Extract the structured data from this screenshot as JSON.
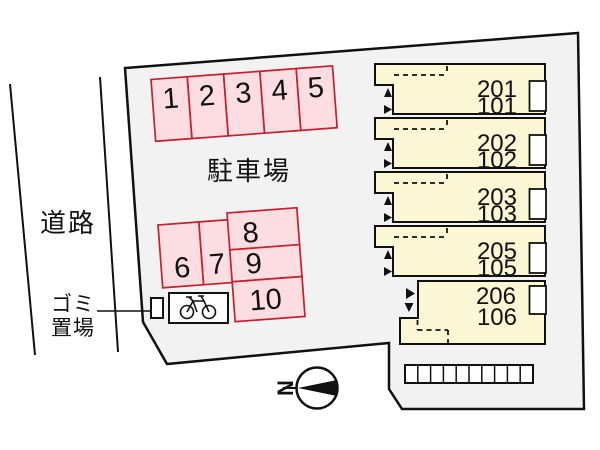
{
  "labels": {
    "parking_lot": "駐車場",
    "road": "道路",
    "garbage_line1": "ゴミ",
    "garbage_line2": "置場"
  },
  "parking": {
    "top_row": [
      "1",
      "2",
      "3",
      "4",
      "5"
    ],
    "left_block": [
      "6",
      "7"
    ],
    "right_column": [
      "8",
      "9",
      "10"
    ]
  },
  "units": [
    {
      "upper": "201",
      "lower": "101"
    },
    {
      "upper": "202",
      "lower": "102"
    },
    {
      "upper": "203",
      "lower": "103"
    },
    {
      "upper": "205",
      "lower": "105"
    },
    {
      "upper": "206",
      "lower": "106"
    }
  ],
  "compass": {
    "north": "N"
  },
  "colors": {
    "site_fill": "#f2f2f2",
    "outline": "#111111",
    "parking_fill": "#fcdde2",
    "parking_border": "#c51f30",
    "unit_fill": "#fbf6d4",
    "balcony_fill": "#ffffff"
  }
}
